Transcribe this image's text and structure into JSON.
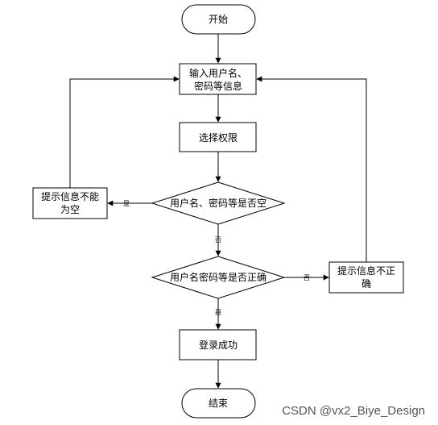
{
  "nodes": {
    "start": "开始",
    "input_line1": "输入用户名、",
    "input_line2": "密码等信息",
    "select": "选择权限",
    "decision_empty": "用户名、密码等是否空",
    "error_empty_line1": "提示信息不能",
    "error_empty_line2": "为空",
    "decision_correct": "用户名密码等是否正确",
    "error_incorrect_line1": "提示信息不正",
    "error_incorrect_line2": "确",
    "success": "登录成功",
    "end": "结束"
  },
  "edges": {
    "empty_yes": "是",
    "empty_no": "否",
    "correct_no": "否",
    "correct_yes": "是"
  },
  "watermark": "CSDN @vx2_Biye_Design",
  "colors": {
    "stroke": "#000000",
    "fill": "#ffffff",
    "watermark": "#555555"
  }
}
